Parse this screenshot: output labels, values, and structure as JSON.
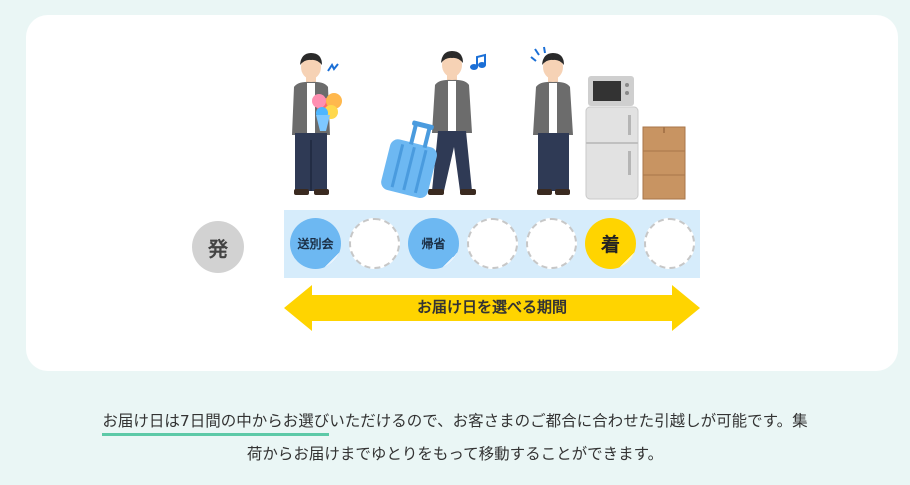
{
  "timeline": {
    "start_label": "発",
    "slots": [
      {
        "kind": "event",
        "label": "送別会"
      },
      {
        "kind": "empty",
        "label": ""
      },
      {
        "kind": "event",
        "label": "帰省"
      },
      {
        "kind": "empty",
        "label": ""
      },
      {
        "kind": "empty",
        "label": ""
      },
      {
        "kind": "arrive",
        "label": "着"
      },
      {
        "kind": "empty",
        "label": ""
      }
    ],
    "range_label": "お届け日を選べる期間"
  },
  "caption": {
    "highlight": "お届け日は7日間の中からお選び",
    "rest_line1": "いただけるので、お客さまのご都合に合わせた引越しが可能です。集",
    "line2": "荷からお届けまでゆとりをもって移動することができます。"
  },
  "colors": {
    "page_bg": "#eaf6f5",
    "track_bg": "#d6ecfb",
    "event_blue": "#6db8f2",
    "arrive_yellow": "#ffd400",
    "arrow_yellow": "#ffd400",
    "underline_green": "#5cc9a7"
  },
  "icons": [
    "person-with-bouquet-icon",
    "person-with-suitcase-icon",
    "person-with-appliances-icon",
    "music-note-icon"
  ]
}
